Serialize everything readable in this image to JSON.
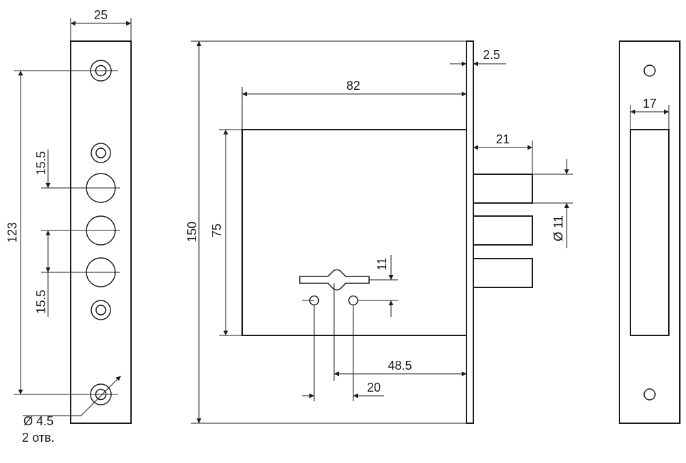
{
  "front_plate": {
    "width": "25",
    "height": "123",
    "spacing_top": "15.5",
    "spacing_bottom": "15.5",
    "hole_diameter": "Ø 4.5",
    "hole_count": "2 отв."
  },
  "lock_body": {
    "total_height": "150",
    "box_height": "75",
    "box_depth": "82",
    "plate_thickness": "2.5",
    "bolt_throw": "21",
    "bolt_diameter": "Ø 11",
    "keyhole_height": "11",
    "backset": "48.5",
    "screw_spacing": "20"
  },
  "strike_plate": {
    "opening_width": "17"
  },
  "colors": {
    "line": "#1a1a1a",
    "background": "#ffffff"
  }
}
